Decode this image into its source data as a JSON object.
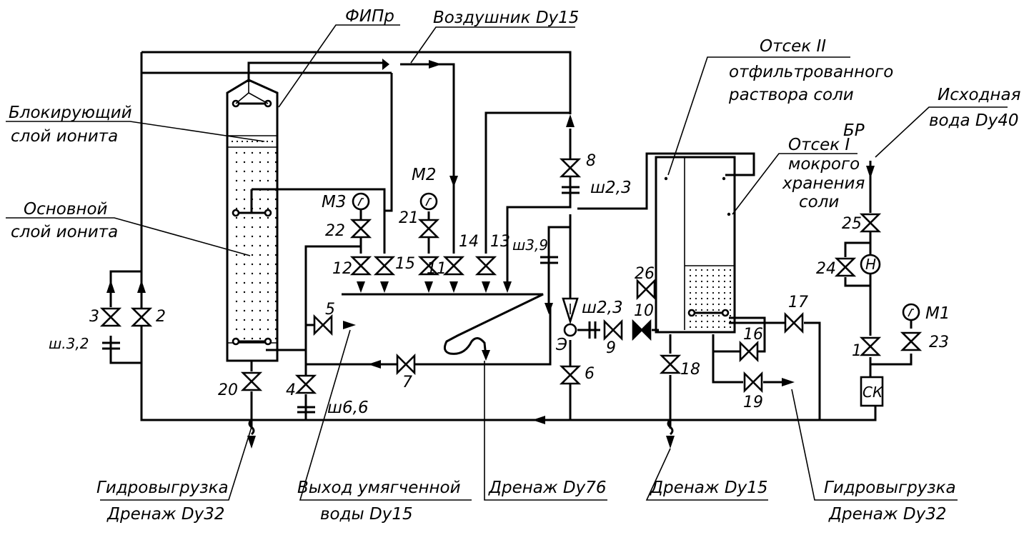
{
  "labels": {
    "fipr": "ФИПр",
    "air_vent": "Воздушник Dy15",
    "blocking_layer_1": "Блокирующий",
    "blocking_layer_2": "слой ионита",
    "main_layer_1": "Основной",
    "main_layer_2": "слой ионита",
    "compartment2_1": "Отсек II",
    "compartment2_2": "отфильтрованного",
    "compartment2_3": "раствора соли",
    "br": "БР",
    "compartment1_1": "Отсек I",
    "compartment1_2": "мокрого",
    "compartment1_3": "хранения",
    "compartment1_4": "соли",
    "source_water_1": "Исходная",
    "source_water_2": "вода Dy40",
    "hydro_unload_left": "Гидровыгрузка",
    "drain_left": "Дренаж Dy32",
    "soft_water_out_1": "Выход умягченной",
    "soft_water_out_2": "воды Dy15",
    "drain_76": "Дренаж Dy76",
    "drain_15": "Дренаж Dy15",
    "hydro_unload_right": "Гидровыгрузка",
    "drain_right": "Дренаж Dy32",
    "gauge_m1": "M1",
    "gauge_m2": "M2",
    "gauge_m3": "M3",
    "orifice_sh32": "ш.3,2",
    "orifice_sh23_top": "ш2,3",
    "orifice_sh39": "ш3,9",
    "orifice_sh23_mid": "ш2,3",
    "orifice_sh66": "ш6,6",
    "ejector": "Э",
    "ck": "СК",
    "heater": "Н"
  },
  "valves": {
    "v1": "1",
    "v2": "2",
    "v3": "3",
    "v4": "4",
    "v5": "5",
    "v6": "6",
    "v7": "7",
    "v8": "8",
    "v9": "9",
    "v10": "10",
    "v11": "11",
    "v12": "12",
    "v13": "13",
    "v14": "14",
    "v15": "15",
    "v16": "16",
    "v17": "17",
    "v18": "18",
    "v19": "19",
    "v20": "20",
    "v21": "21",
    "v22": "22",
    "v23": "23",
    "v24": "24",
    "v25": "25",
    "v26": "26"
  },
  "icons": {
    "gauge": "pressure-gauge-icon",
    "valve": "valve-icon"
  }
}
